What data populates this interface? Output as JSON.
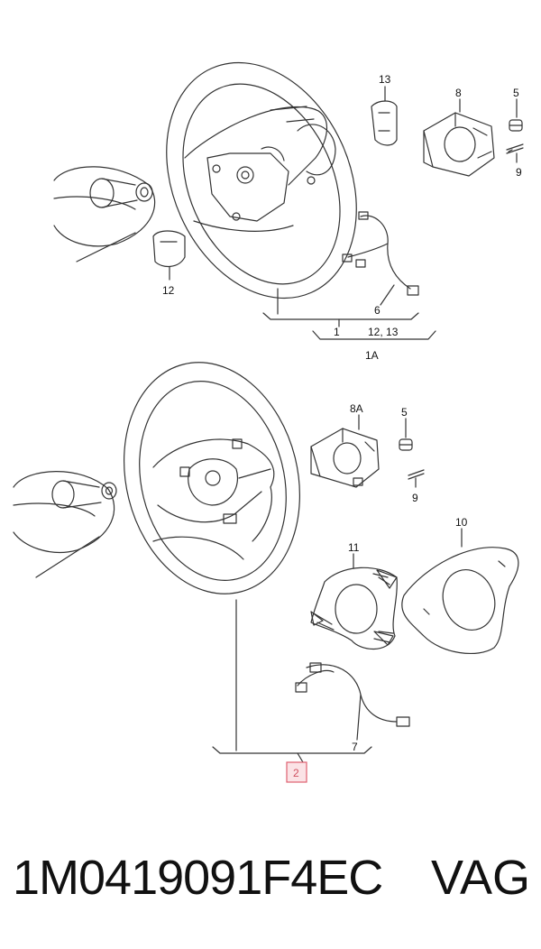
{
  "callouts": {
    "c13": "13",
    "c8": "8",
    "c5_top": "5",
    "c9_top": "9",
    "c12": "12",
    "c6": "6",
    "c1": "1",
    "c12_13": "12, 13",
    "c1A": "1A",
    "c8A": "8A",
    "c5_bottom": "5",
    "c9_bottom": "9",
    "c10": "10",
    "c11": "11",
    "c7": "7",
    "c2": "2"
  },
  "caption": {
    "part_number": "1M0419091F4EC",
    "brand": "VAG"
  },
  "colors": {
    "line": "#333333",
    "highlight_border": "#e06070",
    "highlight_fill": "#fbe3e6"
  }
}
